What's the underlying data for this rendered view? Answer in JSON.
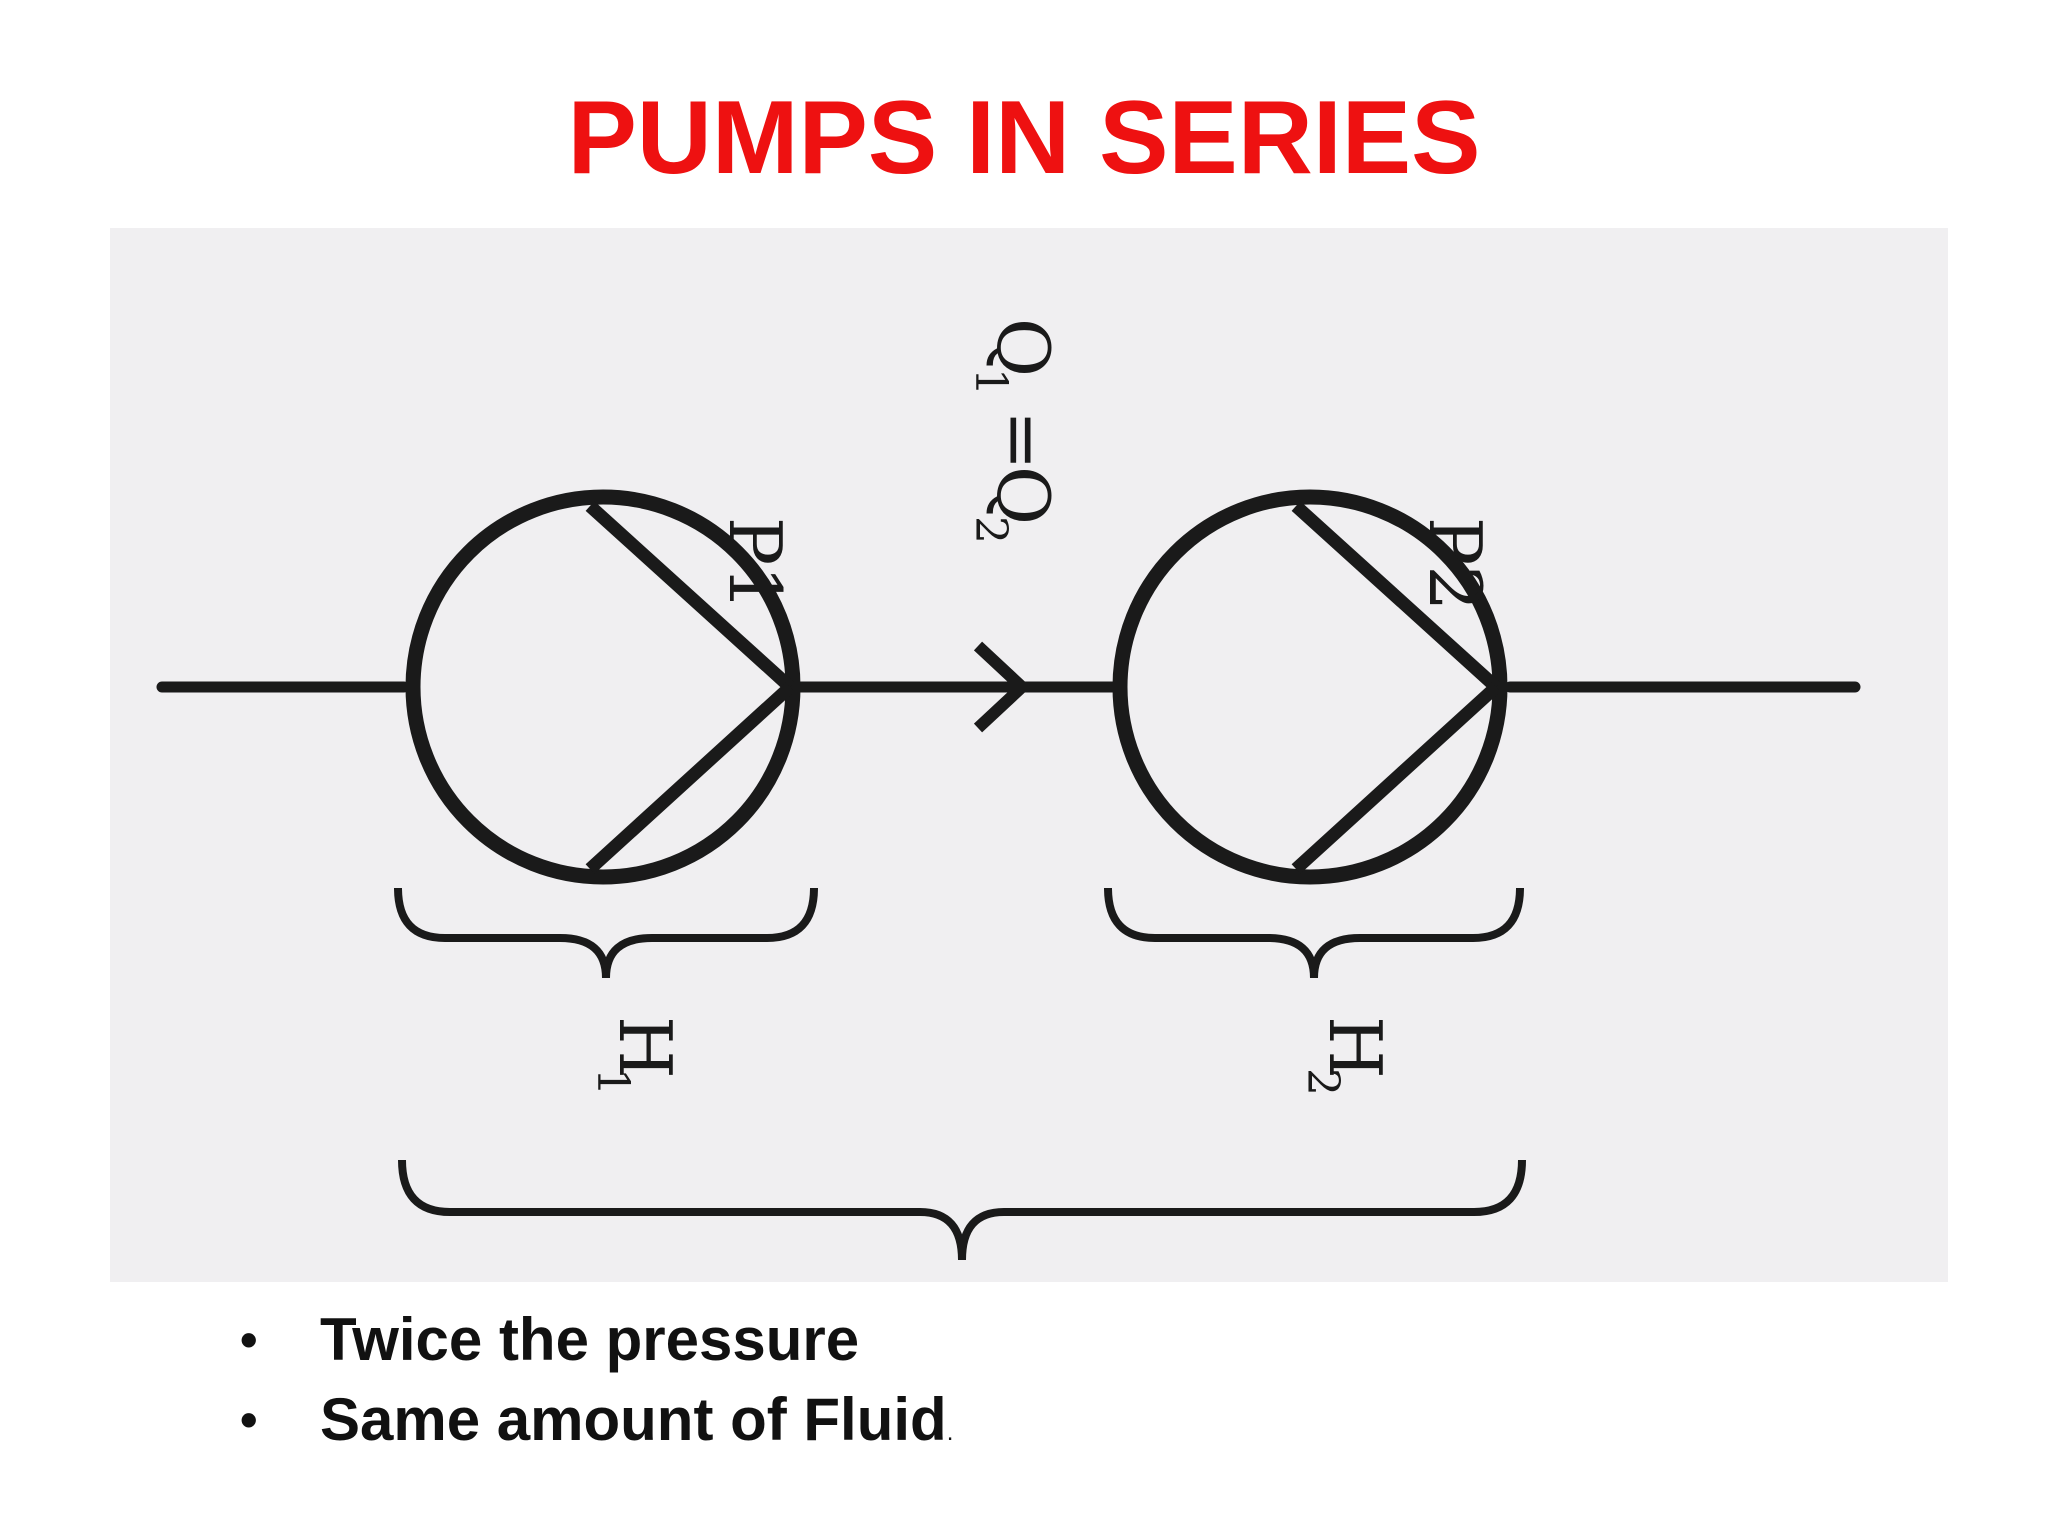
{
  "title": "PUMPS IN SERIES",
  "colors": {
    "title": "#ee1111",
    "panel": "#f0eff1",
    "stroke": "#1a1a1a"
  },
  "diagram": {
    "pump1_label": "P1",
    "pump2_label": "P2",
    "flow_label": "Q",
    "flow_sub1": "1",
    "flow_eq": "=",
    "flow_sub2": "2",
    "head1_label": "H",
    "head1_sub": "1",
    "head2_label": "H",
    "head2_sub": "2"
  },
  "bullets": [
    {
      "text": "Twice the pressure",
      "suffix": ""
    },
    {
      "text": "Same amount of Fluid",
      "suffix": "."
    }
  ],
  "bullet_marker": "•"
}
